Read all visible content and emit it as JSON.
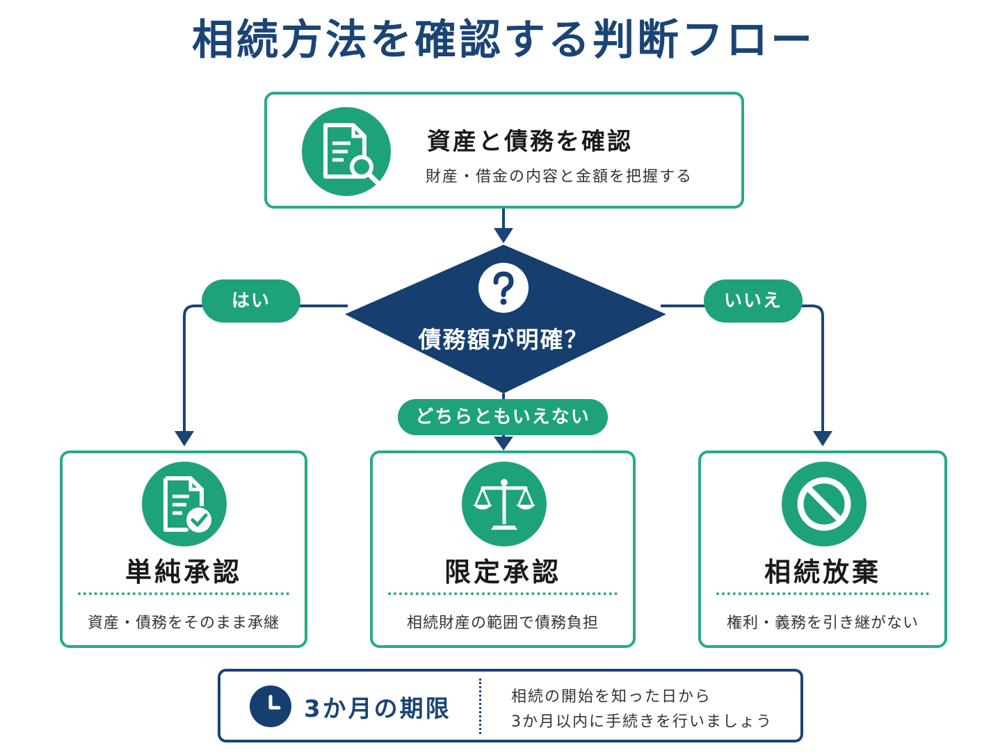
{
  "title": "相続方法を確認する判断フロー",
  "colors": {
    "navy": "#1b4476",
    "teal": "#1ea27c",
    "teal_border": "#27a987"
  },
  "start": {
    "icon": "document-search-icon",
    "title": "資産と債務を確認",
    "description": "財産・借金の内容と金額を把握する"
  },
  "decision": {
    "icon": "question-icon",
    "label": "債務額が明確？"
  },
  "branches": {
    "yes": "はい",
    "no": "いいえ",
    "unsure": "どちらともいえない"
  },
  "results": [
    {
      "icon": "document-check-icon",
      "title": "単純承認",
      "description": "資産・債務をそのまま承継"
    },
    {
      "icon": "scales-icon",
      "title": "限定承認",
      "description": "相続財産の範囲で債務負担"
    },
    {
      "icon": "prohibited-icon",
      "title": "相続放棄",
      "description": "権利・義務を引き継がない"
    }
  ],
  "deadline": {
    "icon": "clock-icon",
    "title": "3か月の期限",
    "line1": "相続の開始を知った日から",
    "line2": "3か月以内に手続きを行いましょう"
  }
}
